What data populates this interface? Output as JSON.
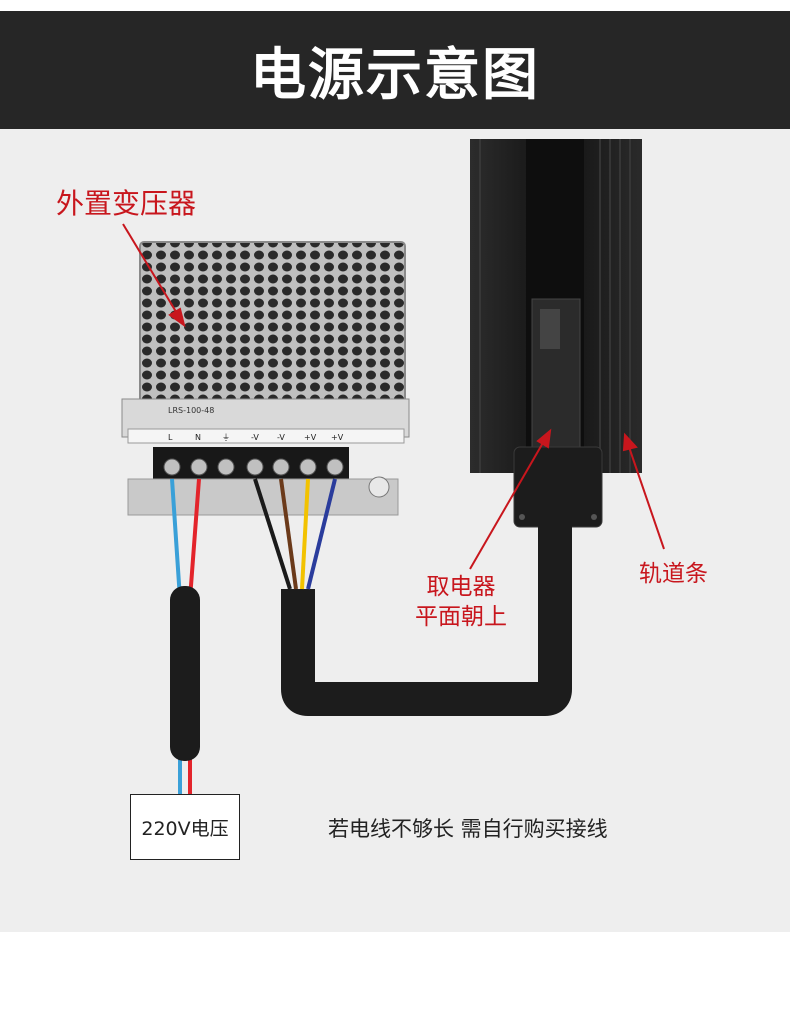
{
  "header": {
    "title": "电源示意图"
  },
  "labels": {
    "transformer": "外置变压器",
    "pickup_line1": "取电器",
    "pickup_line2": "平面朝上",
    "track": "轨道条",
    "voltage": "220V电压",
    "note": "若电线不够长 需自行购买接线"
  },
  "psu": {
    "model": "LRS-100-48",
    "terminals": [
      "L",
      "N",
      "⏚",
      "-V",
      "-V",
      "+V",
      "+V"
    ]
  },
  "colors": {
    "header_bg": "#262626",
    "canvas_bg": "#eeeeee",
    "annotation_red": "#c8161d",
    "wire_blue": "#3aa0d8",
    "wire_red": "#e3242b",
    "wire_black": "#1a1a1a",
    "wire_brown": "#6b3a1a",
    "wire_yellow": "#f2c200",
    "wire_darkblue": "#2a3c9c",
    "track_black": "#1c1c1c"
  }
}
